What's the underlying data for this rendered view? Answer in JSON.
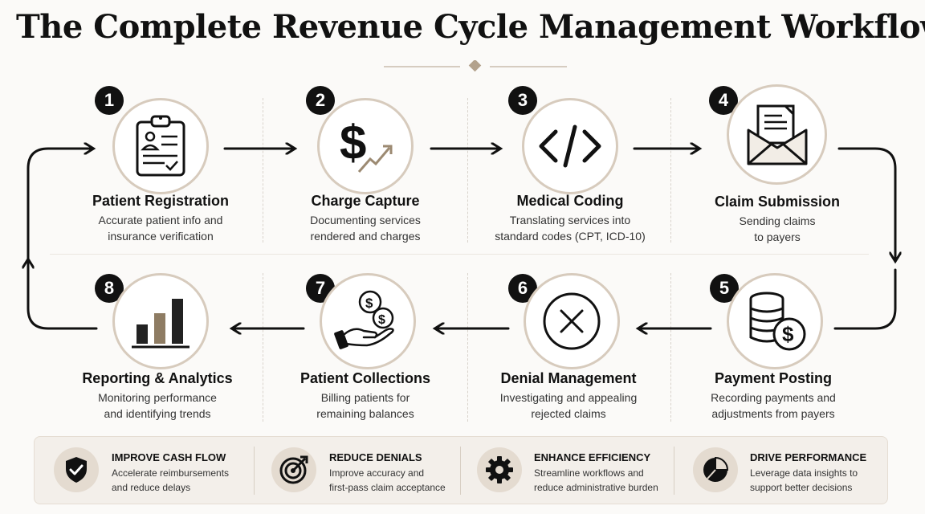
{
  "title": "The Complete Revenue Cycle Management Workflow",
  "colors": {
    "accent": "#b3a28c",
    "ring": "#d7cbbd",
    "dark": "#111111",
    "panel": "#f3efea"
  },
  "steps": [
    {
      "number": "1",
      "title": "Patient Registration",
      "desc": [
        "Accurate patient info and",
        "insurance verification"
      ],
      "icon": "clipboard-patient-icon"
    },
    {
      "number": "2",
      "title": "Charge Capture",
      "desc": [
        "Documenting services",
        "rendered and charges"
      ],
      "icon": "dollar-trend-icon"
    },
    {
      "number": "3",
      "title": "Medical Coding",
      "desc": [
        "Translating services into",
        "standard codes (CPT, ICD-10)"
      ],
      "icon": "code-brackets-icon"
    },
    {
      "number": "4",
      "title": "Claim Submission",
      "desc": [
        "Sending claims",
        "to payers"
      ],
      "icon": "envelope-document-icon"
    },
    {
      "number": "5",
      "title": "Payment Posting",
      "desc": [
        "Recording payments and",
        "adjustments from payers"
      ],
      "icon": "coin-stack-icon"
    },
    {
      "number": "6",
      "title": "Denial Management",
      "desc": [
        "Investigating and appealing",
        "rejected claims"
      ],
      "icon": "x-circle-icon"
    },
    {
      "number": "7",
      "title": "Patient Collections",
      "desc": [
        "Billing patients for",
        "remaining balances"
      ],
      "icon": "hand-coins-icon"
    },
    {
      "number": "8",
      "title": "Reporting & Analytics",
      "desc": [
        "Monitoring performance",
        "and identifying trends"
      ],
      "icon": "bar-chart-icon"
    }
  ],
  "benefits": [
    {
      "title": "IMPROVE CASH FLOW",
      "desc": [
        "Accelerate reimbursements",
        "and reduce delays"
      ],
      "icon": "shield-check-icon"
    },
    {
      "title": "REDUCE DENIALS",
      "desc": [
        "Improve accuracy and",
        "first-pass claim acceptance"
      ],
      "icon": "target-icon"
    },
    {
      "title": "ENHANCE EFFICIENCY",
      "desc": [
        "Streamline workflows and",
        "reduce administrative burden"
      ],
      "icon": "gear-icon"
    },
    {
      "title": "DRIVE PERFORMANCE",
      "desc": [
        "Leverage data insights to",
        "support better decisions"
      ],
      "icon": "pie-chart-icon"
    }
  ]
}
